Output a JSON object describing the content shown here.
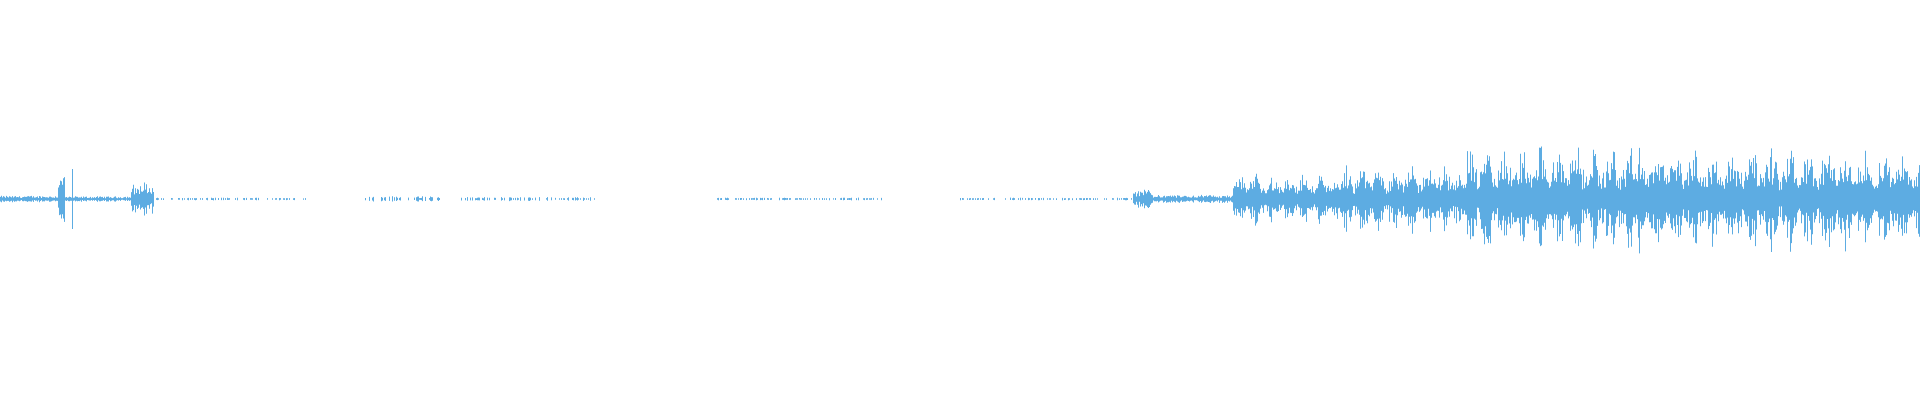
{
  "waveform": {
    "color": "#5dace2",
    "background": "#ffffff",
    "segments": [
      {
        "start": 0.0,
        "end": 0.03,
        "level": 0.05
      },
      {
        "start": 0.03,
        "end": 0.034,
        "level": 0.55
      },
      {
        "start": 0.034,
        "end": 0.068,
        "level": 0.04
      },
      {
        "start": 0.068,
        "end": 0.08,
        "level": 0.22
      },
      {
        "start": 0.08,
        "end": 0.16,
        "level": 0.02,
        "sparse": true
      },
      {
        "start": 0.19,
        "end": 0.23,
        "level": 0.04,
        "sparse": true
      },
      {
        "start": 0.24,
        "end": 0.31,
        "level": 0.03,
        "sparse": true
      },
      {
        "start": 0.37,
        "end": 0.46,
        "level": 0.02,
        "sparse": true
      },
      {
        "start": 0.5,
        "end": 0.59,
        "level": 0.02,
        "sparse": true
      },
      {
        "start": 0.59,
        "end": 0.6,
        "level": 0.14
      },
      {
        "start": 0.6,
        "end": 0.642,
        "level": 0.06
      },
      {
        "start": 0.642,
        "end": 0.7,
        "level": 0.4
      },
      {
        "start": 0.7,
        "end": 0.76,
        "level": 0.55
      },
      {
        "start": 0.76,
        "end": 0.85,
        "level": 0.8
      },
      {
        "start": 0.85,
        "end": 1.0,
        "level": 0.8
      }
    ],
    "peaks": [
      {
        "at": 0.0375,
        "level": 1.0
      },
      {
        "at": 0.075,
        "level": 0.55
      },
      {
        "at": 0.598,
        "level": 0.3
      },
      {
        "at": 0.78,
        "level": 0.95
      },
      {
        "at": 0.89,
        "level": 0.9
      }
    ]
  }
}
